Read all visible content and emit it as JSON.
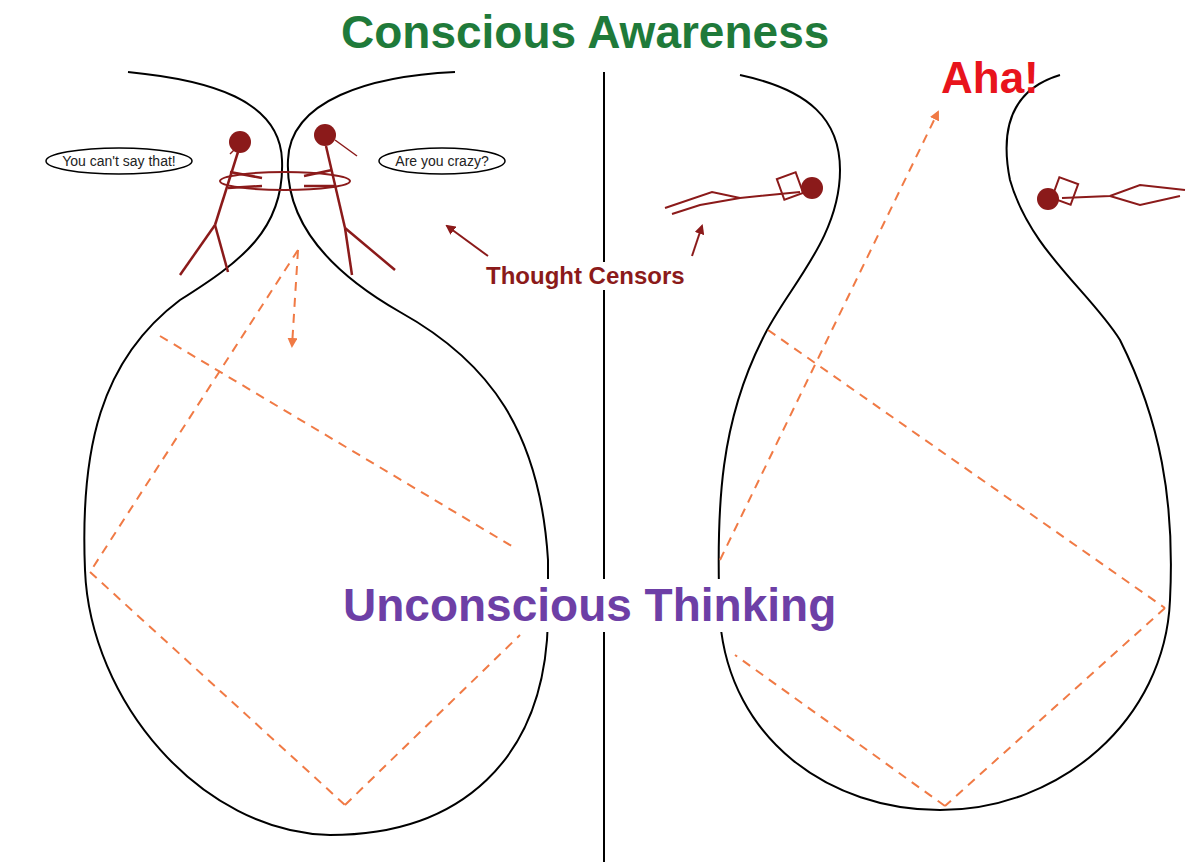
{
  "diagram": {
    "title": "Conscious Awareness",
    "nodes": [
      {
        "text": [
          "You can't say that!"
        ]
      },
      {
        "text": [
          "Are you crazy?"
        ]
      }
    ],
    "labels": [
      "Aha!",
      "Thought Censors",
      "Unconscious Thinking"
    ]
  }
}
